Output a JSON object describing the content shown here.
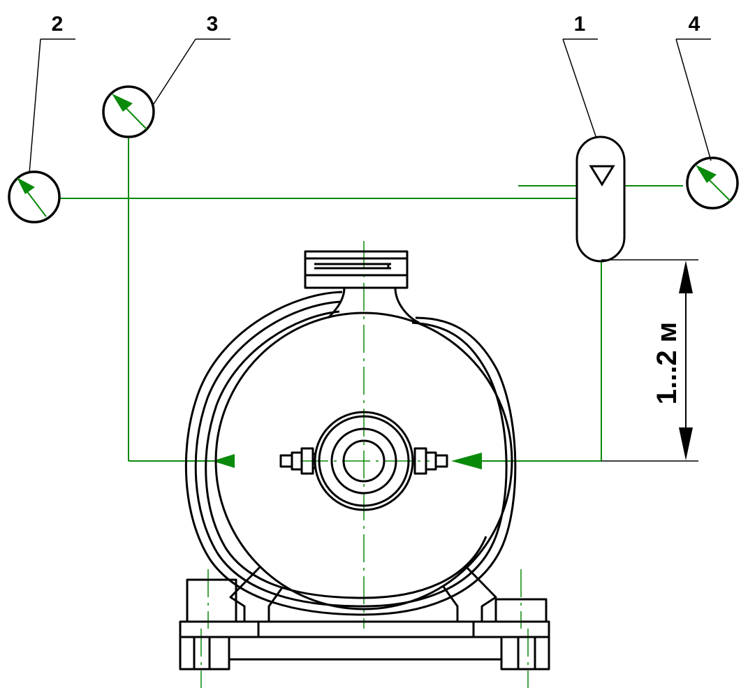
{
  "callouts": [
    {
      "id": "1",
      "label": "1"
    },
    {
      "id": "2",
      "label": "2"
    },
    {
      "id": "3",
      "label": "3"
    },
    {
      "id": "4",
      "label": "4"
    }
  ],
  "dimension": {
    "label": "1...2 м"
  },
  "colors": {
    "outline": "#000000",
    "piping": "#0a8a0a",
    "gauge_arrow": "#0a8a0a",
    "background": "#ffffff"
  },
  "icons": {
    "gauge": "pressure-gauge-icon",
    "level_marker": "triangle-down-icon"
  }
}
